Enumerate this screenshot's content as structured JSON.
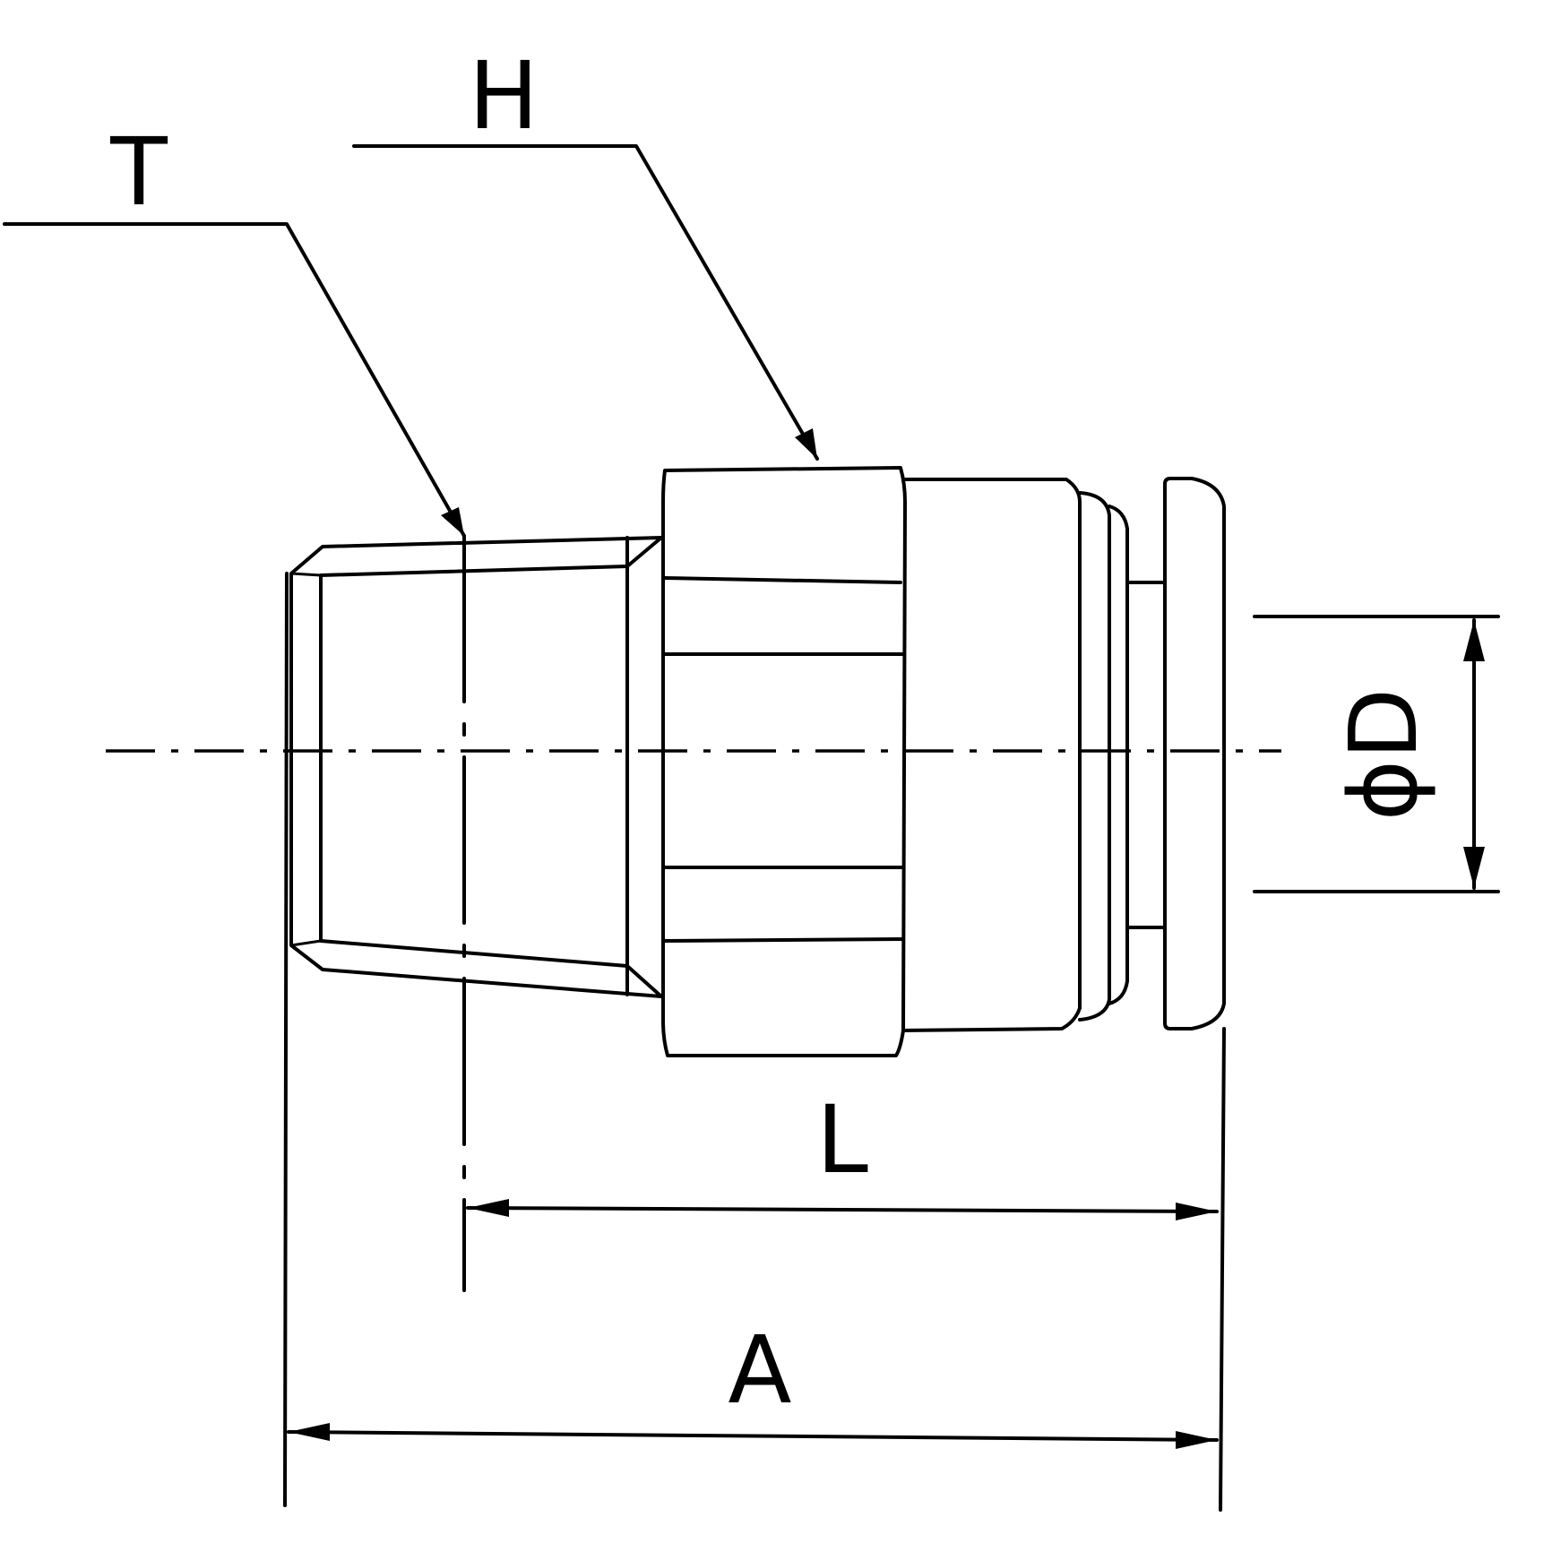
{
  "labels": {
    "T": "T",
    "H": "H",
    "L": "L",
    "A": "A",
    "phi_D": "ϕD"
  }
}
